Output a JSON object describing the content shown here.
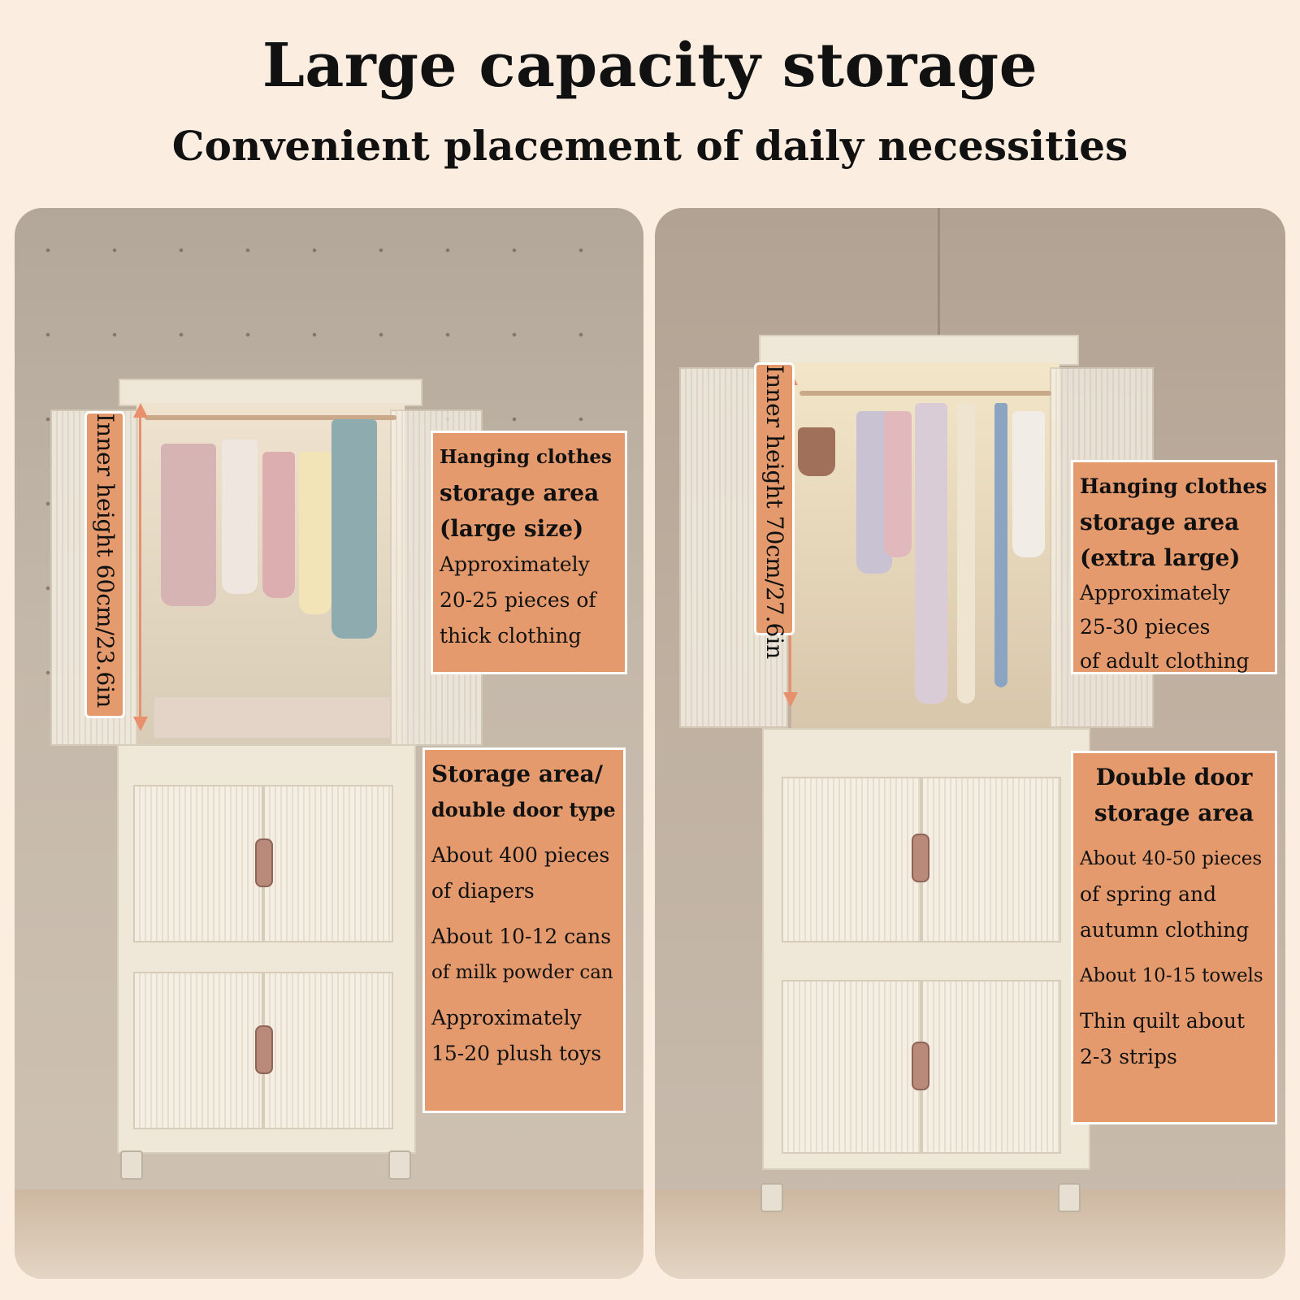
{
  "headline": "Large capacity storage",
  "subheadline": "Convenient placement of daily necessities",
  "left": {
    "inner_height": "Inner height 60cm/23.6in",
    "hanging": {
      "title": [
        "Hanging clothes",
        "storage area",
        "(large size)"
      ],
      "lines": [
        "Approximately",
        "20-25 pieces of",
        "thick clothing"
      ]
    },
    "storage": {
      "title": [
        "Storage area/",
        "double door type"
      ],
      "groups": [
        [
          "About 400 pieces",
          "of diapers"
        ],
        [
          "About 10-12 cans",
          "of milk powder can"
        ],
        [
          "Approximately",
          "15-20 plush toys"
        ]
      ]
    }
  },
  "right": {
    "inner_height": "Inner height 70cm/27.6in",
    "hanging": {
      "title": [
        "Hanging clothes",
        "storage area",
        "(extra large)"
      ],
      "lines": [
        "Approximately",
        "25-30 pieces",
        "of adult clothing"
      ]
    },
    "storage": {
      "title": [
        "Double door",
        "storage area"
      ],
      "groups": [
        [
          "About 40-50 pieces",
          "of spring and",
          "autumn clothing"
        ],
        [
          "About 10-15 towels"
        ],
        [
          "Thin quilt about",
          "2-3 strips"
        ]
      ]
    }
  },
  "colors": {
    "background": "#fbeee0",
    "label_fill": "#e49a6c",
    "label_border": "#ffffff",
    "text": "#111111"
  }
}
